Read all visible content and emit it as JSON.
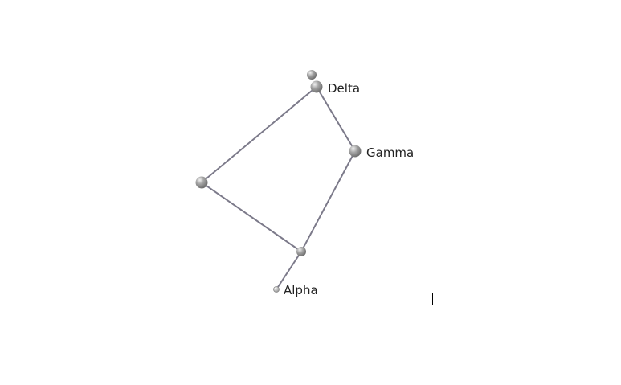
{
  "diagram": {
    "type": "graph",
    "nodes": [
      {
        "id": "delta",
        "label": "Delta",
        "kind": "large"
      },
      {
        "id": "delta-satellite",
        "label": "",
        "kind": "medium"
      },
      {
        "id": "gamma",
        "label": "Gamma",
        "kind": "large"
      },
      {
        "id": "unnamed",
        "label": "",
        "kind": "large"
      },
      {
        "id": "junction",
        "label": "",
        "kind": "medium"
      },
      {
        "id": "alpha",
        "label": "Alpha",
        "kind": "small"
      }
    ],
    "edges": [
      {
        "from": "delta",
        "to": "gamma"
      },
      {
        "from": "delta",
        "to": "unnamed"
      },
      {
        "from": "unnamed",
        "to": "junction"
      },
      {
        "from": "gamma",
        "to": "junction"
      },
      {
        "from": "junction",
        "to": "alpha"
      }
    ],
    "colors": {
      "edge": "#7c7a8a",
      "node_fill": "#9a9a9a",
      "node_highlight": "#e6e6e6",
      "label": "#222222"
    }
  }
}
